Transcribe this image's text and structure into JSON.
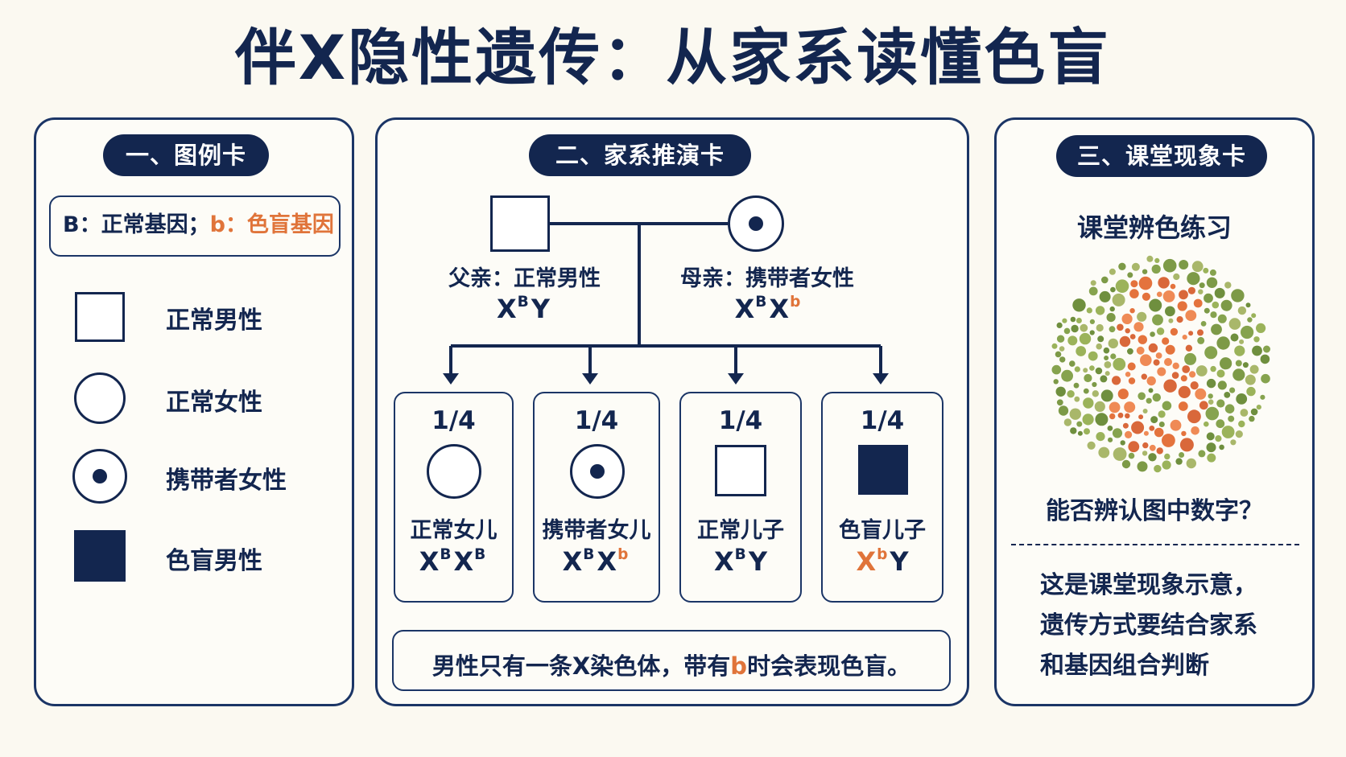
{
  "title": "伴X隐性遗传：从家系读懂色盲",
  "legend_card": {
    "heading": "一、图例卡",
    "gene_key": {
      "normal": "B：正常基因；",
      "mutant": "b：色盲基因"
    },
    "items": [
      {
        "symbol": "normal-male-square",
        "label": "正常男性"
      },
      {
        "symbol": "normal-female-circle",
        "label": "正常女性"
      },
      {
        "symbol": "carrier-female-dotted-circle",
        "label": "携带者女性"
      },
      {
        "symbol": "affected-male-filled-square",
        "label": "色盲男性"
      }
    ]
  },
  "pedigree_card": {
    "heading": "二、家系推演卡",
    "father": {
      "label": "父亲：正常男性",
      "genotype": {
        "x1": "X",
        "a1": "B",
        "y": "Y"
      }
    },
    "mother": {
      "label": "母亲：携带者女性",
      "genotype": {
        "x1": "X",
        "a1": "B",
        "x2": "X",
        "a2": "b"
      }
    },
    "offspring": [
      {
        "probability": "1/4",
        "label": "正常女儿",
        "genotype": {
          "x1": "X",
          "a1": "B",
          "x2": "X",
          "a2": "B"
        }
      },
      {
        "probability": "1/4",
        "label": "携带者女儿",
        "genotype": {
          "x1": "X",
          "a1": "B",
          "x2": "X",
          "a2": "b"
        }
      },
      {
        "probability": "1/4",
        "label": "正常儿子",
        "genotype": {
          "x1": "X",
          "a1": "B",
          "y": "Y"
        }
      },
      {
        "probability": "1/4",
        "label": "色盲儿子",
        "genotype": {
          "x1": "X",
          "a1": "b",
          "y": "Y"
        }
      }
    ],
    "note": {
      "before": "男性只有一条X染色体，带有",
      "highlight": "b",
      "after": "时会表现色盲。"
    }
  },
  "classroom_card": {
    "heading": "三、课堂现象卡",
    "subtitle": "课堂辨色练习",
    "question": "能否辨认图中数字？",
    "note_lines": [
      "这是课堂现象示意，",
      "遗传方式要结合家系",
      "和基因组合判断"
    ]
  },
  "colors": {
    "navy": "#13264f",
    "orange": "#e0743a",
    "background": "#fbf9f1",
    "plate_greens": [
      "#86a34e",
      "#9bb35a",
      "#6f8f3e",
      "#a9b76a",
      "#7d9a47"
    ],
    "plate_oranges": [
      "#e4733d",
      "#ef8a55",
      "#d9683a"
    ]
  }
}
